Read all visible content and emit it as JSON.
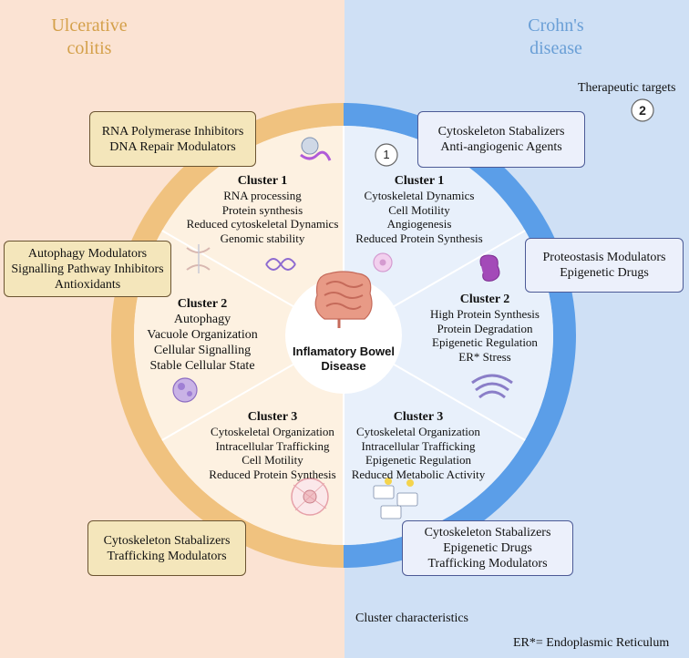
{
  "panels": {
    "left_title": "Ulcerative\ncolitis",
    "right_title": "Crohn's\ndisease"
  },
  "center_label": [
    "Inflamatory Bowel",
    "Disease"
  ],
  "colors": {
    "left_bg": "#fbe3d3",
    "right_bg": "#cfe0f5",
    "left_ring": "#f0c27f",
    "right_ring": "#5b9ee8",
    "left_wedge": "#fdf1e1",
    "right_wedge": "#e8f0fb"
  },
  "legend": {
    "therapeutic_targets": "Therapeutic targets",
    "therapeutic_badge": "2",
    "cluster_characteristics": "Cluster characteristics",
    "cluster_badge": "1",
    "footnote": "ER*= Endoplasmic Reticulum"
  },
  "uc_clusters": [
    {
      "title": "Cluster 1",
      "lines": [
        "RNA processing",
        "Protein synthesis",
        "Reduced cytoskeletal Dynamics",
        "Genomic stability"
      ]
    },
    {
      "title": "Cluster 2",
      "lines": [
        "Autophagy",
        "Vacuole Organization",
        "Cellular Signalling",
        "Stable Cellular State"
      ]
    },
    {
      "title": "Cluster 3",
      "lines": [
        "Cytoskeletal Organization",
        "Intracellular Trafficking",
        "Cell Motility",
        "Reduced Protein Synthesis"
      ]
    }
  ],
  "cd_clusters": [
    {
      "title": "Cluster 1",
      "lines": [
        "Cytoskeletal Dynamics",
        "Cell Motility",
        "Angiogenesis",
        "Reduced Protein Synthesis"
      ]
    },
    {
      "title": "Cluster 2",
      "lines": [
        "High Protein Synthesis",
        "Protein Degradation",
        "Epigenetic Regulation",
        "ER*  Stress"
      ]
    },
    {
      "title": "Cluster 3",
      "lines": [
        "Cytoskeletal Organization",
        "Intracellular Trafficking",
        "Epigenetic Regulation",
        "Reduced Metabolic Activity"
      ]
    }
  ],
  "uc_targets": [
    [
      "RNA Polymerase  Inhibitors",
      "DNA Repair Modulators"
    ],
    [
      "Autophagy Modulators",
      "Signalling Pathway Inhibitors",
      "Antioxidants"
    ],
    [
      "Cytoskeleton Stabalizers",
      "Trafficking Modulators"
    ]
  ],
  "cd_targets": [
    [
      "Cytoskeleton Stabalizers",
      "Anti-angiogenic Agents"
    ],
    [
      "Proteostasis Modulators",
      "Epigenetic Drugs"
    ],
    [
      "Cytoskeleton Stabalizers",
      "Epigenetic Drugs",
      "Trafficking Modulators"
    ]
  ],
  "icons": [
    "dna-icon",
    "molecule-icon",
    "intestine-icon",
    "cell-icon",
    "vacuole-icon",
    "endoplasmic-reticulum-icon",
    "protein-icon",
    "pathway-diagram-icon",
    "cytoskeleton-cell-icon"
  ]
}
